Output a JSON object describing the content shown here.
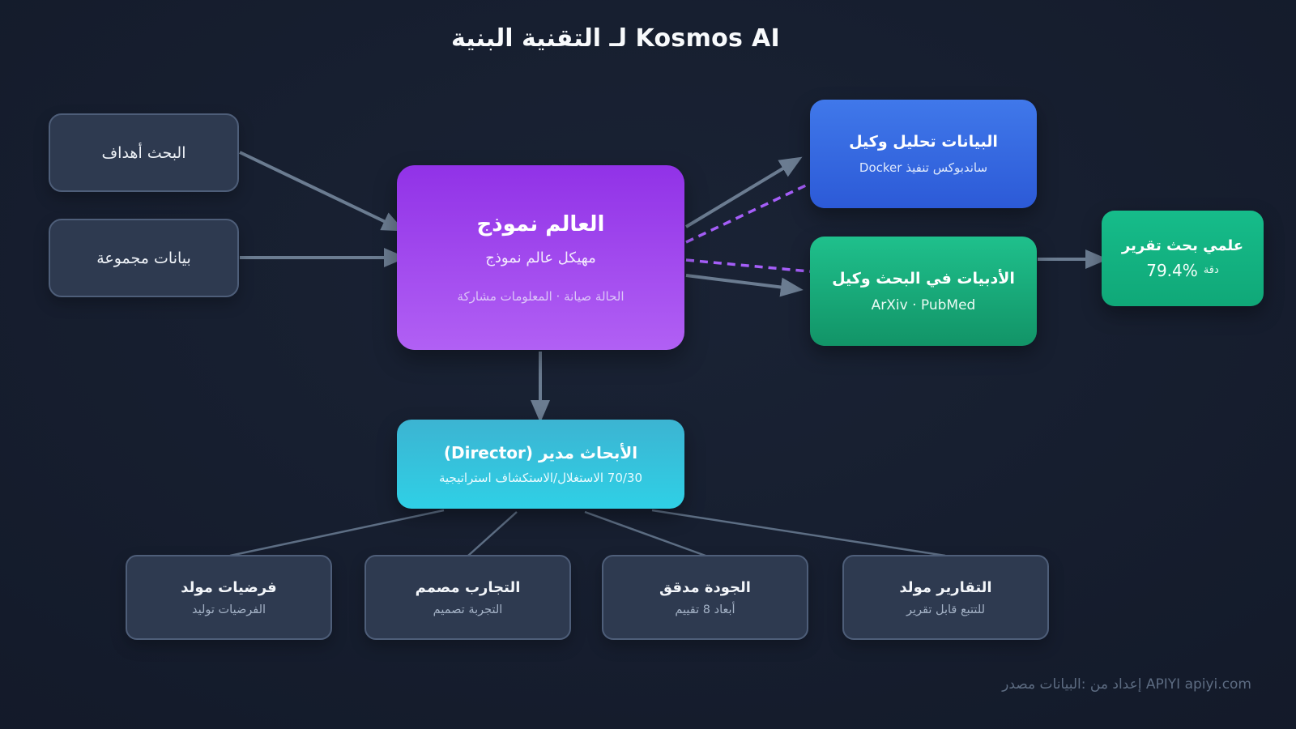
{
  "title": "البنية التقنية لـ Kosmos AI",
  "inputs": {
    "goals": "أهداف البحث",
    "dataset": "مجموعة بيانات"
  },
  "world_model": {
    "title": "نموذج العالم",
    "subtitle": "نموذج عالم مهيكل",
    "note": "مشاركة المعلومات · صيانة الحالة"
  },
  "data_agent": {
    "title": "وكيل تحليل البيانات",
    "subtitle": "Docker تنفيذ ساندبوكس"
  },
  "literature_agent": {
    "title": "وكيل البحث في الأدبيات",
    "subtitle": "ArXiv · PubMed"
  },
  "report": {
    "title": "تقرير بحث علمي",
    "accuracy_value": "79.4%",
    "accuracy_label": "دقة"
  },
  "director": {
    "title": "(Director) مدير الأبحاث",
    "subtitle": "استراتيجية الاستكشاف/الاستغلال 70/30"
  },
  "workers": [
    {
      "title": "مولد فرضيات",
      "subtitle": "توليد الفرضيات"
    },
    {
      "title": "مصمم التجارب",
      "subtitle": "تصميم التجربة"
    },
    {
      "title": "مدقق الجودة",
      "subtitle": "تقييم 8 أبعاد"
    },
    {
      "title": "مولد التقارير",
      "subtitle": "تقرير قابل للتتبع"
    }
  ],
  "footer": "مصدر البيانات: من إعداد APIYI apiyi.com",
  "colors": {
    "background": "#141b2b",
    "world_model": "#a34cf0",
    "data_agent": "#3468e0",
    "literature_agent": "#18b37e",
    "report": "#13b583",
    "director": "#35c3dc",
    "input_box": "#2e3a50",
    "connector": "#6b7c91",
    "dashed_link": "#a55ef8"
  }
}
